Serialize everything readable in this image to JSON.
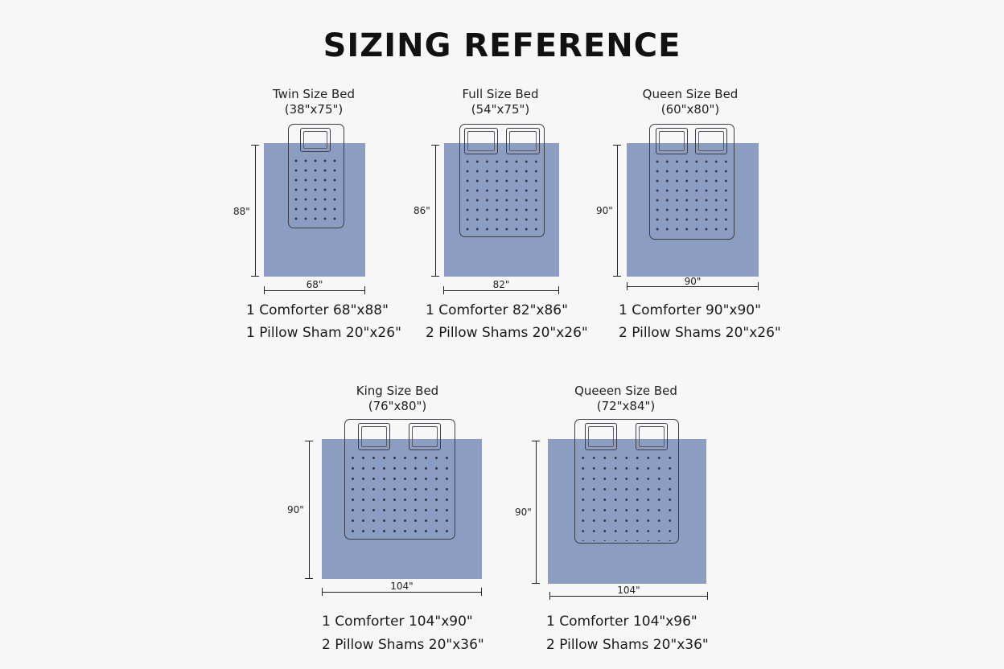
{
  "title": "SIZING REFERENCE",
  "beds": [
    {
      "name": "Twin Size Bed",
      "dims": "(38\"x75\")",
      "comforter_height_label": "88\"",
      "comforter_width_label": "68\"",
      "line1": "1 Comforter 68\"x88\"",
      "line2": "1 Pillow Sham 20\"x26\""
    },
    {
      "name": "Full Size Bed",
      "dims": "(54\"x75\")",
      "comforter_height_label": "86\"",
      "comforter_width_label": "82\"",
      "line1": "1 Comforter 82\"x86\"",
      "line2": "2 Pillow Shams 20\"x26\""
    },
    {
      "name": "Queen Size Bed",
      "dims": "(60\"x80\")",
      "comforter_height_label": "90\"",
      "comforter_width_label": "90\"",
      "line1": "1 Comforter 90\"x90\"",
      "line2": "2 Pillow Shams 20\"x26\""
    },
    {
      "name": "King Size Bed",
      "dims": "(76\"x80\")",
      "comforter_height_label": "90\"",
      "comforter_width_label": "104\"",
      "line1": "1 Comforter 104\"x90\"",
      "line2": "2 Pillow Shams 20\"x36\""
    },
    {
      "name": "Queeen Size Bed",
      "dims": "(72\"x84\")",
      "comforter_height_label": "90\"",
      "comforter_width_label": "104\"",
      "line1": "1 Comforter 104\"x96\"",
      "line2": "2 Pillow Shams 20\"x36\""
    }
  ],
  "colors": {
    "comforter": "#8c9dc2",
    "outline": "#3c3c44",
    "background": "#f7f7f7"
  }
}
